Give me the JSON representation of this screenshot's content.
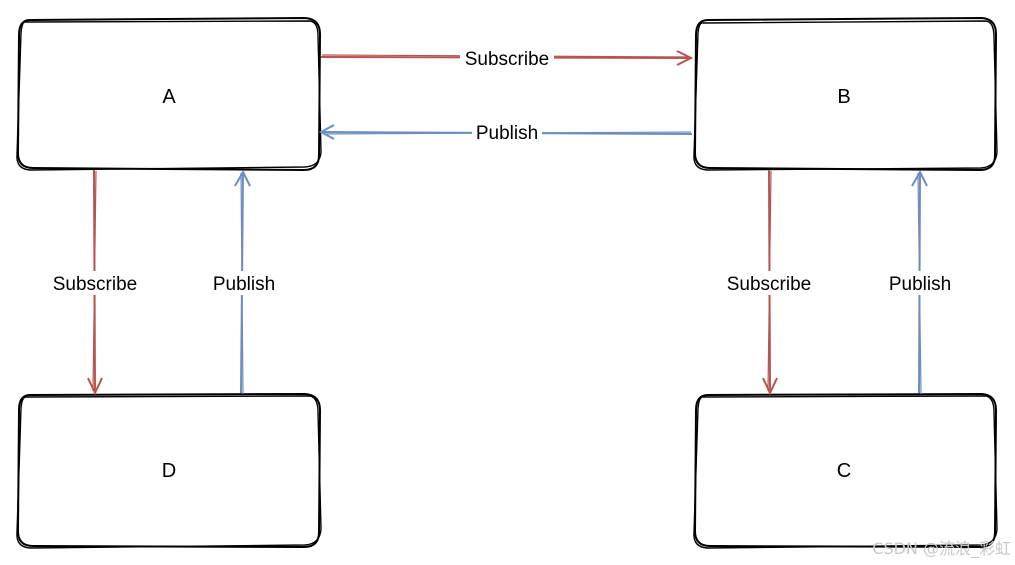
{
  "colors": {
    "subscribe": "#b85450",
    "publish": "#6c8ebf",
    "box_stroke": "#000000"
  },
  "nodes": {
    "a": "A",
    "b": "B",
    "c": "C",
    "d": "D"
  },
  "edges": {
    "a_to_b": "Subscribe",
    "b_to_a": "Publish",
    "a_to_d": "Subscribe",
    "d_to_a": "Publish",
    "b_to_c": "Subscribe",
    "c_to_b": "Publish"
  },
  "watermark": "CSDN @流浪_彩虹"
}
